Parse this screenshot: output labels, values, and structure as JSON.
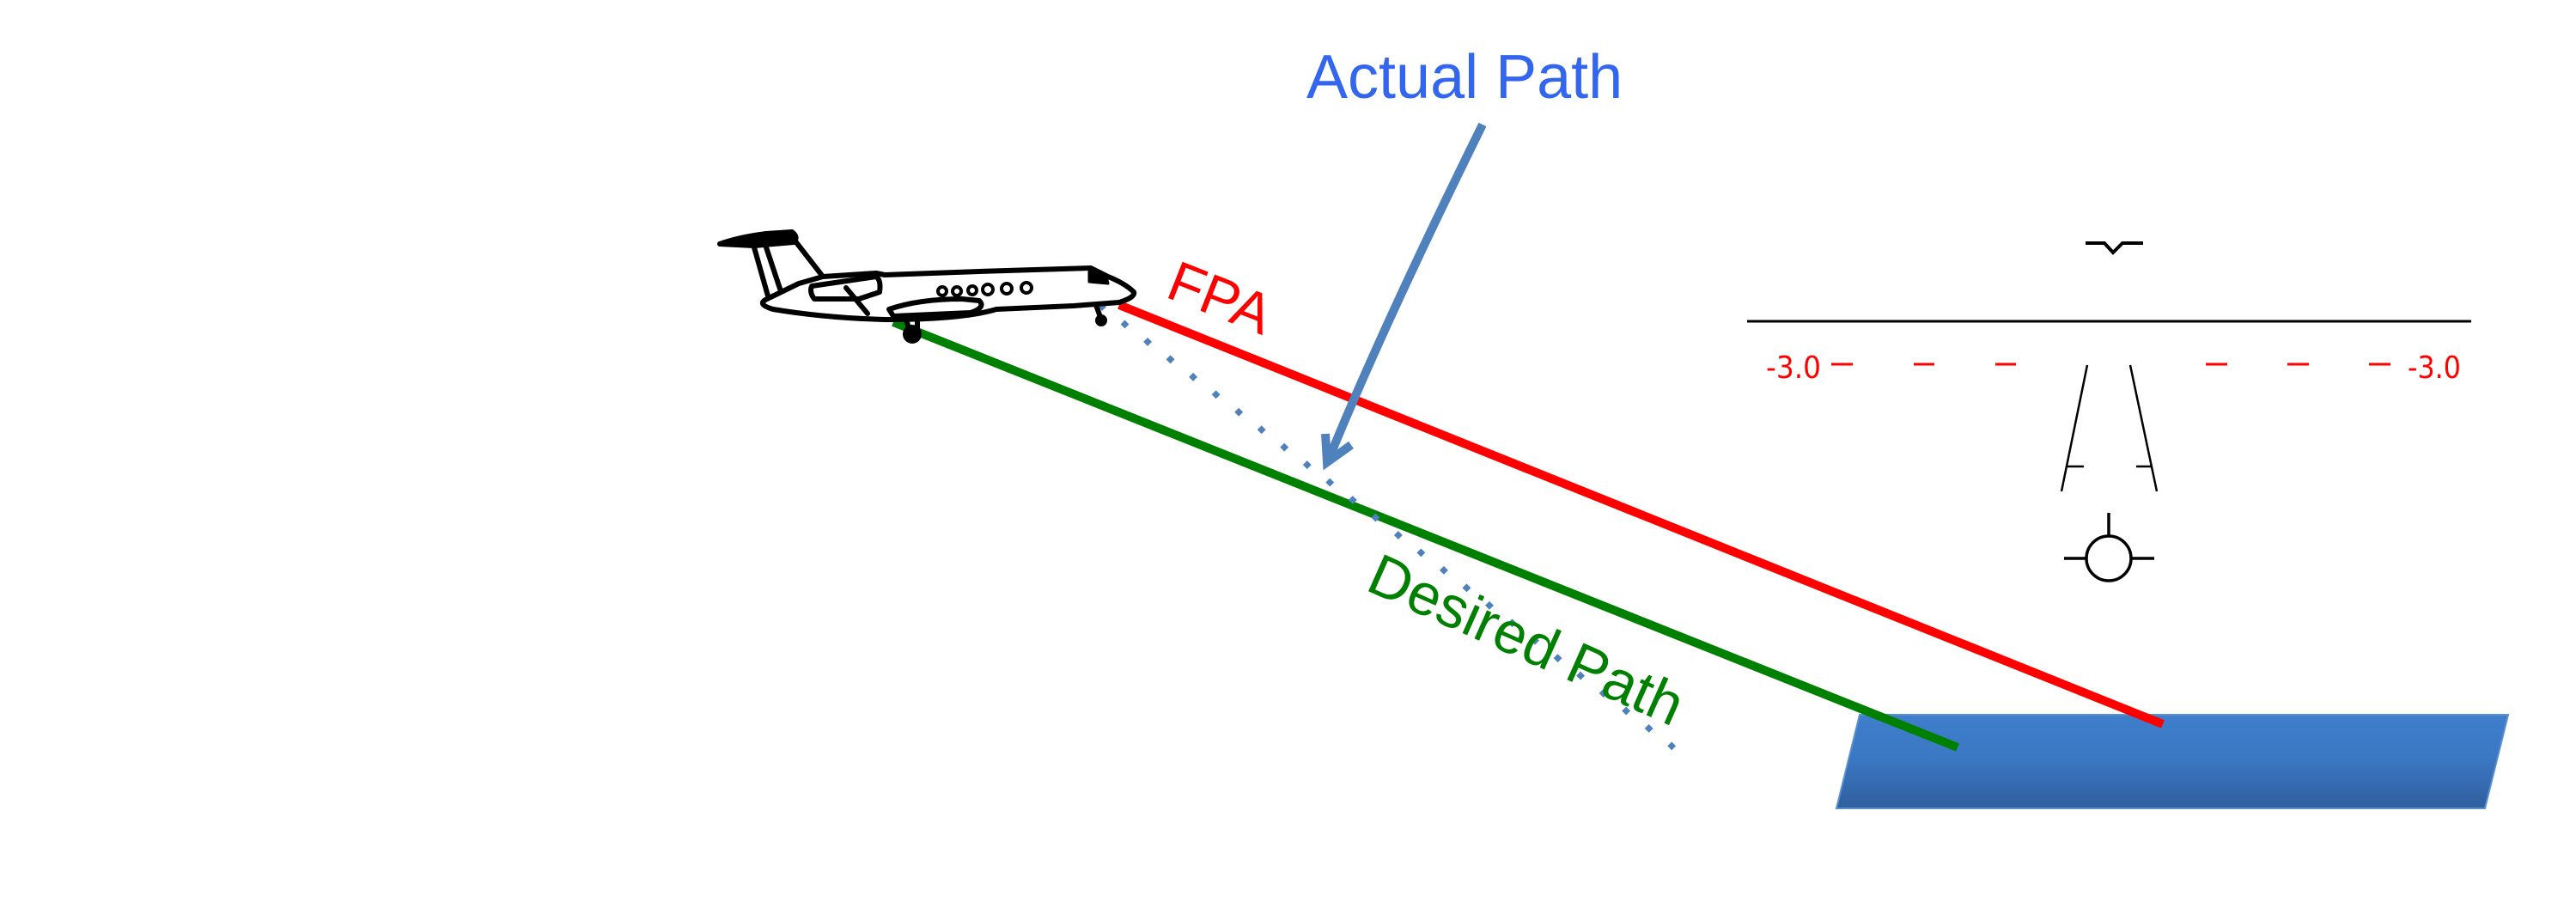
{
  "diagram": {
    "title": "Flight path angle approach diagram",
    "labels": {
      "actual_path": "Actual Path",
      "fpa": "FPA",
      "desired_path": "Desired Path"
    },
    "pitch_ladder": {
      "left_value": "-3.0",
      "right_value": "-3.0"
    },
    "icons": {
      "aircraft": "business-jet-icon",
      "flight_director": "flight-director-chevron-icon",
      "flight_path_vector": "flight-path-vector-icon",
      "runway_symbol": "runway-symbol-icon",
      "runway": "runway-block"
    },
    "colors": {
      "actual_path_label": "#3366ee",
      "actual_path_arrow": "#4f81bd",
      "actual_path_dots": "#4f81bd",
      "fpa": "#ff0000",
      "desired_path": "#008000",
      "pitch_ladder": "#ff0000",
      "runway_top": "#3e7ecb",
      "runway_bottom": "#2f5f9e",
      "symbology": "#000000"
    }
  }
}
